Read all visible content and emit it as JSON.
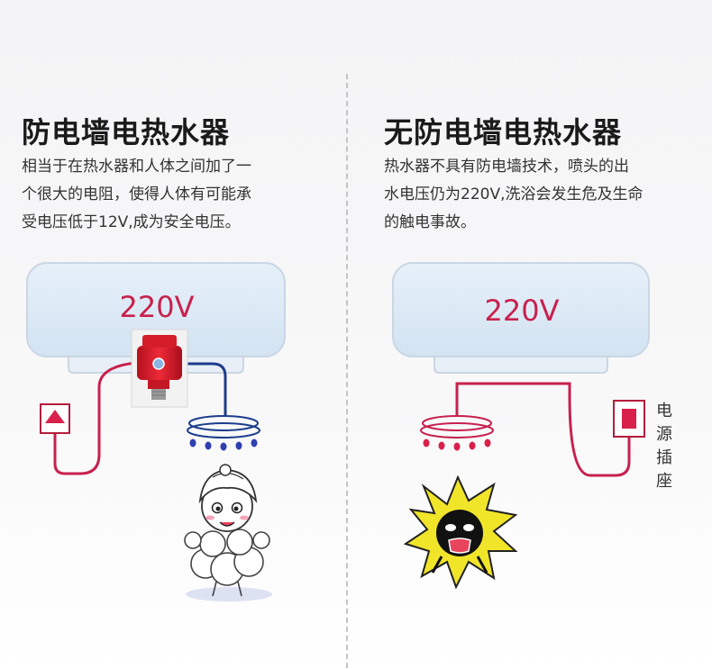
{
  "left": {
    "title": "防电墙电热水器",
    "desc_line1": "相当于在热水器和人体之间加了一",
    "desc_line2": "个很大的电阻，使得人体有可能承",
    "desc_line3": "受电压低于12V,成为安全电压。",
    "voltage": "220V"
  },
  "right": {
    "title": "无防电墙电热水器",
    "desc_line1": "热水器不具有防电墙技术，喷头的出",
    "desc_line2": "水电压仍为220V,洗浴会发生危及生命",
    "desc_line3": "的触电事故。",
    "voltage": "220V",
    "socket_label": "电源插座"
  },
  "colors": {
    "wire": "#c8214d",
    "safe_wire": "#1d3d8c",
    "tank": "#ddeaf6",
    "valve": "#e0192c",
    "drops_blue": "#2f3fb0",
    "drops_red": "#d8204a"
  }
}
